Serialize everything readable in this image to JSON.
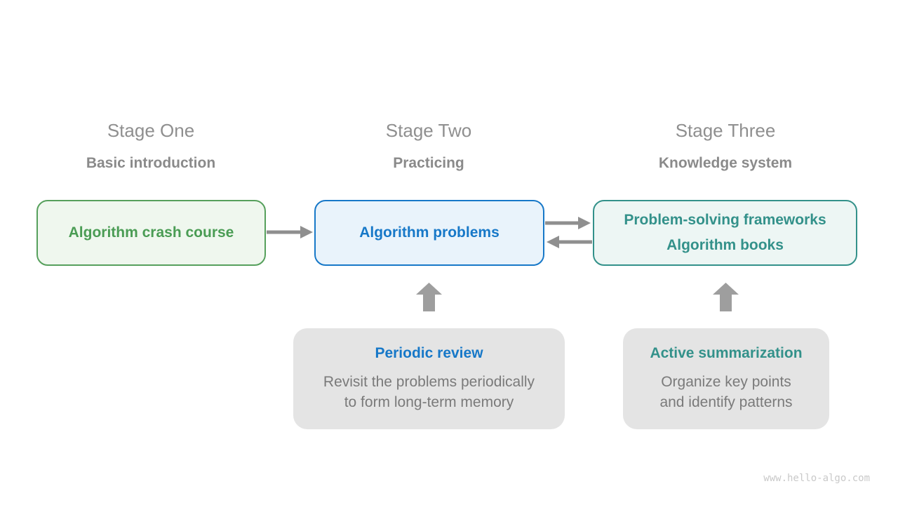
{
  "diagram": {
    "stages": [
      {
        "label": "Stage One",
        "subtitle": "Basic introduction",
        "box_lines": [
          "Algorithm crash course"
        ]
      },
      {
        "label": "Stage Two",
        "subtitle": "Practicing",
        "box_lines": [
          "Algorithm problems"
        ]
      },
      {
        "label": "Stage Three",
        "subtitle": "Knowledge system",
        "box_lines": [
          "Problem-solving frameworks",
          "Algorithm books"
        ]
      }
    ],
    "notes": [
      {
        "title": "Periodic review",
        "body_lines": [
          "Revisit the problems periodically",
          "to form long-term memory"
        ]
      },
      {
        "title": "Active summarization",
        "body_lines": [
          "Organize key points",
          "and identify patterns"
        ]
      }
    ],
    "arrows": [
      {
        "name": "crash-course-to-problems",
        "direction": "right"
      },
      {
        "name": "problems-to-frameworks",
        "direction": "right"
      },
      {
        "name": "frameworks-to-problems",
        "direction": "left"
      },
      {
        "name": "periodic-review-to-problems",
        "direction": "up"
      },
      {
        "name": "active-summarization-to-frameworks",
        "direction": "up"
      }
    ],
    "colors": {
      "green_text": "#4a9c54",
      "green_border": "#56a05c",
      "green_bg": "#eff7ee",
      "blue_text": "#1778c8",
      "blue_bg": "#e9f3fb",
      "teal_text": "#33918a",
      "teal_bg": "#edf6f4",
      "stage_label_gray": "#8f8f8f",
      "subtitle_gray": "#8a8a8a",
      "arrow_gray": "#8f8f8f",
      "up_arrow_gray": "#9e9e9e",
      "note_bg": "#e4e4e4",
      "note_body_gray": "#7a7a7a",
      "watermark_gray": "#c9c9c9"
    }
  },
  "watermark": "www.hello-algo.com"
}
